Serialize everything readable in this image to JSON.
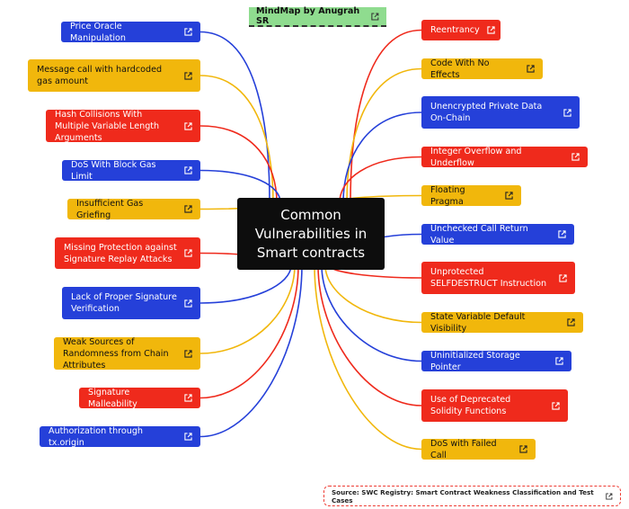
{
  "title": {
    "label": "MindMap by Anugrah SR"
  },
  "center": {
    "label": "Common Vulnerabilities in Smart contracts"
  },
  "source": {
    "label": "Source: SWC Registry: Smart Contract Weakness Classification and Test Cases"
  },
  "colors": {
    "blue": "#2540d9",
    "yellow": "#f1b70c",
    "red": "#ef2a1c",
    "green": "#8fdc8f",
    "center": "#0d0d0d"
  },
  "left_nodes": [
    {
      "label": "Price Oracle Manipulation",
      "color": "blue"
    },
    {
      "label": "Message call with hardcoded gas amount",
      "color": "yellow"
    },
    {
      "label": "Hash Collisions With Multiple Variable Length Arguments",
      "color": "red"
    },
    {
      "label": "DoS With Block Gas Limit",
      "color": "blue"
    },
    {
      "label": "Insufficient Gas Griefing",
      "color": "yellow"
    },
    {
      "label": "Missing Protection against Signature Replay Attacks",
      "color": "red"
    },
    {
      "label": "Lack of Proper Signature Verification",
      "color": "blue"
    },
    {
      "label": "Weak Sources of Randomness from Chain Attributes",
      "color": "yellow"
    },
    {
      "label": "Signature Malleability",
      "color": "red"
    },
    {
      "label": "Authorization through tx.origin",
      "color": "blue"
    }
  ],
  "right_nodes": [
    {
      "label": "Reentrancy",
      "color": "red"
    },
    {
      "label": "Code With No Effects",
      "color": "yellow"
    },
    {
      "label": "Unencrypted Private Data On-Chain",
      "color": "blue"
    },
    {
      "label": "Integer Overflow and Underflow",
      "color": "red"
    },
    {
      "label": "Floating Pragma",
      "color": "yellow"
    },
    {
      "label": "Unchecked Call Return Value",
      "color": "blue"
    },
    {
      "label": "Unprotected SELFDESTRUCT Instruction",
      "color": "red"
    },
    {
      "label": "State Variable Default Visibility",
      "color": "yellow"
    },
    {
      "label": "Uninitialized Storage Pointer",
      "color": "blue"
    },
    {
      "label": "Use of Deprecated Solidity Functions",
      "color": "red"
    },
    {
      "label": "DoS with Failed Call",
      "color": "yellow"
    }
  ]
}
